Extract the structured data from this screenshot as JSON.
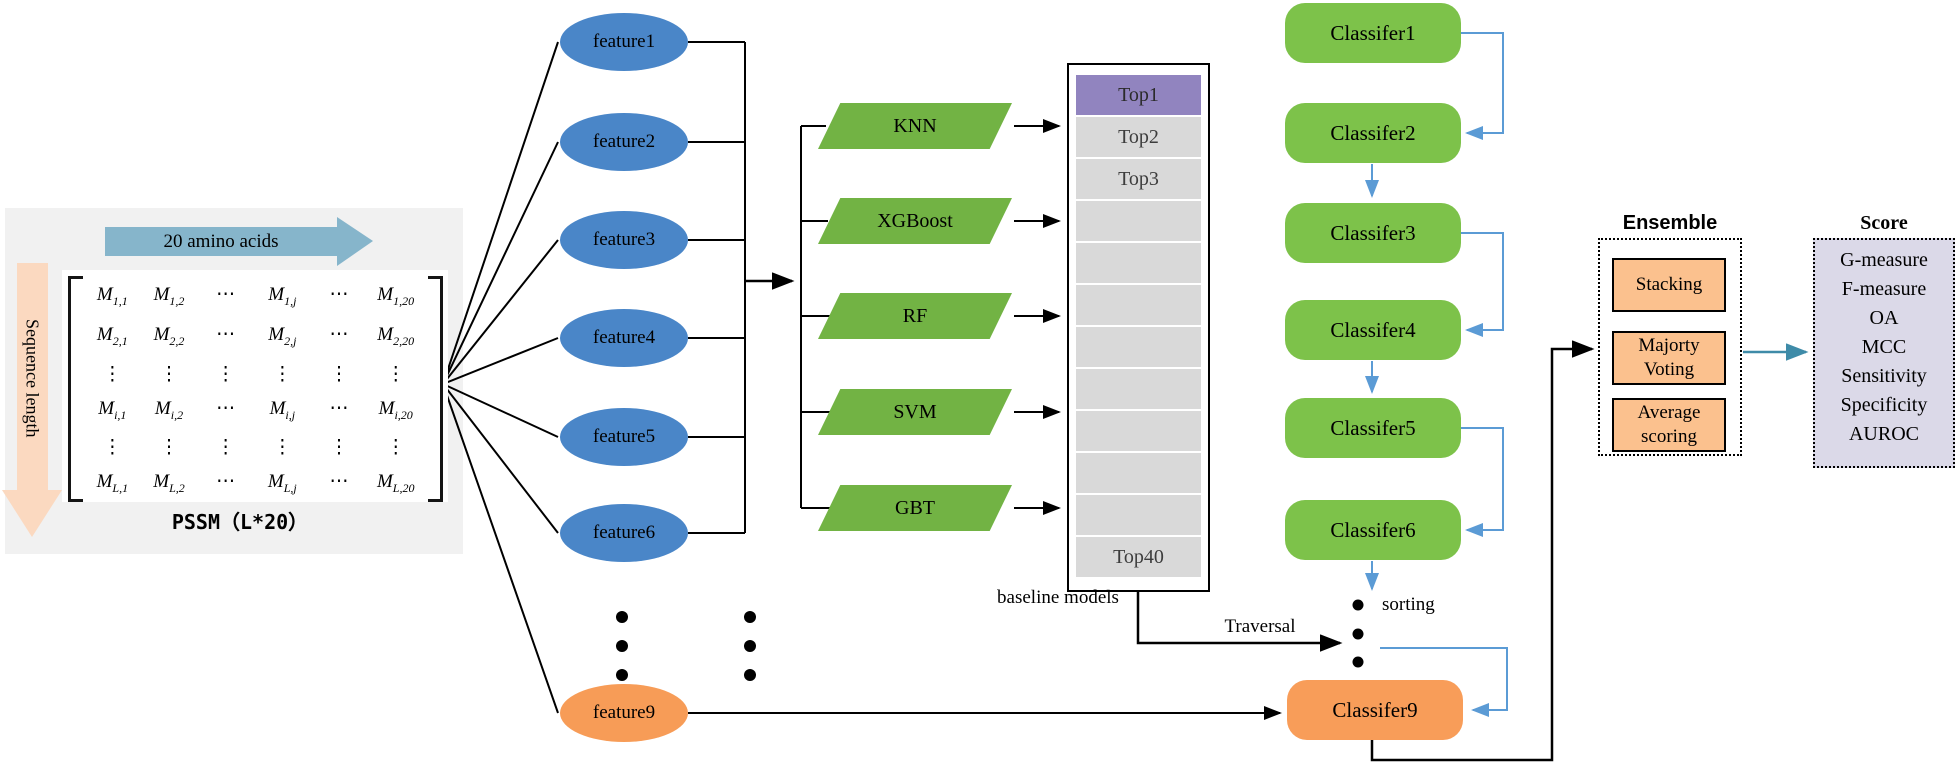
{
  "pssm_panel": {
    "amino_arrow_label": "20 amino acids",
    "sequence_arrow_label": "Sequence length",
    "caption": "PSSM（L*20）",
    "matrix_rows": [
      [
        {
          "m": "M",
          "s": "1,1"
        },
        {
          "m": "M",
          "s": "1,2"
        },
        {
          "d": "⋯"
        },
        {
          "m": "M",
          "s": "1,j"
        },
        {
          "d": "⋯"
        },
        {
          "m": "M",
          "s": "1,20"
        }
      ],
      [
        {
          "m": "M",
          "s": "2,1"
        },
        {
          "m": "M",
          "s": "2,2"
        },
        {
          "d": "⋯"
        },
        {
          "m": "M",
          "s": "2,j"
        },
        {
          "d": "⋯"
        },
        {
          "m": "M",
          "s": "2,20"
        }
      ],
      [
        {
          "d": "⋮"
        },
        {
          "d": "⋮"
        },
        {
          "d": "⋮"
        },
        {
          "d": "⋮"
        },
        {
          "d": "⋮"
        },
        {
          "d": "⋮"
        }
      ],
      [
        {
          "m": "M",
          "s": "i,1"
        },
        {
          "m": "M",
          "s": "i,2"
        },
        {
          "d": "⋯"
        },
        {
          "m": "M",
          "s": "i,j"
        },
        {
          "d": "⋯"
        },
        {
          "m": "M",
          "s": "i,20"
        }
      ],
      [
        {
          "d": "⋮"
        },
        {
          "d": "⋮"
        },
        {
          "d": "⋮"
        },
        {
          "d": "⋮"
        },
        {
          "d": "⋮"
        },
        {
          "d": "⋮"
        }
      ],
      [
        {
          "m": "M",
          "s": "L,1"
        },
        {
          "m": "M",
          "s": "L,2"
        },
        {
          "d": "⋯"
        },
        {
          "m": "M",
          "s": "L,j"
        },
        {
          "d": "⋯"
        },
        {
          "m": "M",
          "s": "L,20"
        }
      ]
    ]
  },
  "features": {
    "items": [
      {
        "label": "feature1",
        "color": "#4a86c8"
      },
      {
        "label": "feature2",
        "color": "#4a86c8"
      },
      {
        "label": "feature3",
        "color": "#4a86c8"
      },
      {
        "label": "feature4",
        "color": "#4a86c8"
      },
      {
        "label": "feature5",
        "color": "#4a86c8"
      },
      {
        "label": "feature6",
        "color": "#4a86c8"
      },
      {
        "label": "feature9",
        "color": "#f79c57"
      }
    ]
  },
  "baseline_models": {
    "items": [
      "KNN",
      "XGBoost",
      "RF",
      "SVM",
      "GBT"
    ],
    "caption": "baseline models"
  },
  "top_list": {
    "rows": [
      {
        "label": "Top1",
        "highlight": true
      },
      {
        "label": "Top2"
      },
      {
        "label": "Top3"
      },
      {
        "label": ""
      },
      {
        "label": ""
      },
      {
        "label": ""
      },
      {
        "label": ""
      },
      {
        "label": ""
      },
      {
        "label": ""
      },
      {
        "label": ""
      },
      {
        "label": ""
      },
      {
        "label": "Top40"
      }
    ]
  },
  "flow_labels": {
    "traversal": "Traversal",
    "sorting": "sorting"
  },
  "classifiers": {
    "items": [
      "Classifer1",
      "Classifer2",
      "Classifer3",
      "Classifer4",
      "Classifer5",
      "Classifer6"
    ],
    "last": "Classifer9"
  },
  "ensemble": {
    "title": "Ensemble",
    "methods": [
      "Stacking",
      "Majorty Voting",
      "Average scoring"
    ]
  },
  "score": {
    "title": "Score",
    "metrics": [
      "G-measure",
      "F-measure",
      "OA",
      "MCC",
      "Sensitivity",
      "Specificity",
      "AUROC"
    ]
  },
  "colors": {
    "feature_blue": "#4a86c8",
    "feature_orange": "#f79c57",
    "model_green": "#72b344",
    "classifier_green": "#7dc24a",
    "classifier_orange": "#f89d59",
    "top1_purple": "#9184bf",
    "top_row_gray": "#d9d9d9",
    "ensemble_item_orange": "#fbc18e",
    "score_lavender": "#dbd9e8",
    "amino_arrow_blue": "#86b5cb",
    "sequence_arrow_peach": "#fbd9c0",
    "connector_blue": "#5b9bd5",
    "connector_teal": "#3e8ba8",
    "connector_black": "#000000"
  }
}
